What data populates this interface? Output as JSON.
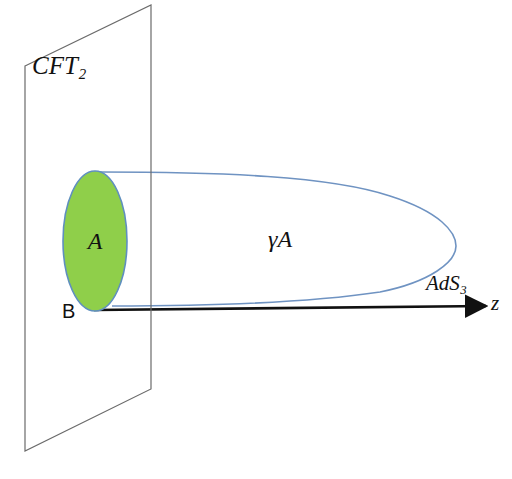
{
  "diagram": {
    "nodes": [
      {
        "text": [
          "CFT₂",
          "B"
        ]
      },
      {
        "text": [
          "A"
        ],
        "in": 0
      }
    ],
    "labels": [
      "γA",
      "AdS₃",
      "z"
    ]
  }
}
